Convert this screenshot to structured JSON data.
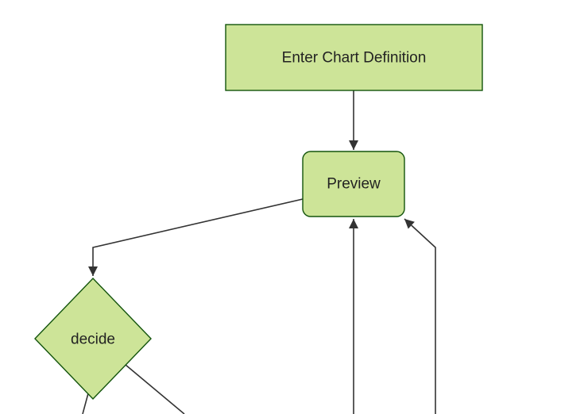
{
  "page": {
    "background": "#ffffff"
  },
  "diagram": {
    "type": "flowchart",
    "direction": "top-down",
    "theme": "forest",
    "colors": {
      "background": "#ffffff",
      "node_fill": "#cde498",
      "node_border": "#13540c",
      "edge": "#333333",
      "label_text": "#222222"
    },
    "nodes": [
      {
        "id": "enter-chart-definition",
        "label": "Enter Chart Definition",
        "shape": "rectangle"
      },
      {
        "id": "preview",
        "label": "Preview",
        "shape": "rounded-rectangle"
      },
      {
        "id": "decide",
        "label": "decide",
        "shape": "diamond"
      }
    ],
    "edges": [
      {
        "from": "enter-chart-definition",
        "to": "preview",
        "arrow": true
      },
      {
        "from": "preview",
        "to": "decide",
        "arrow": true
      },
      {
        "from": "offscreen-bottom",
        "to": "preview",
        "arrow": true
      },
      {
        "from": "offscreen-bottom-right",
        "to": "preview",
        "arrow": true
      },
      {
        "from": "decide",
        "to": "offscreen-bottom-left",
        "arrow": false
      },
      {
        "from": "decide",
        "to": "offscreen-bottom-right",
        "arrow": false
      }
    ]
  }
}
